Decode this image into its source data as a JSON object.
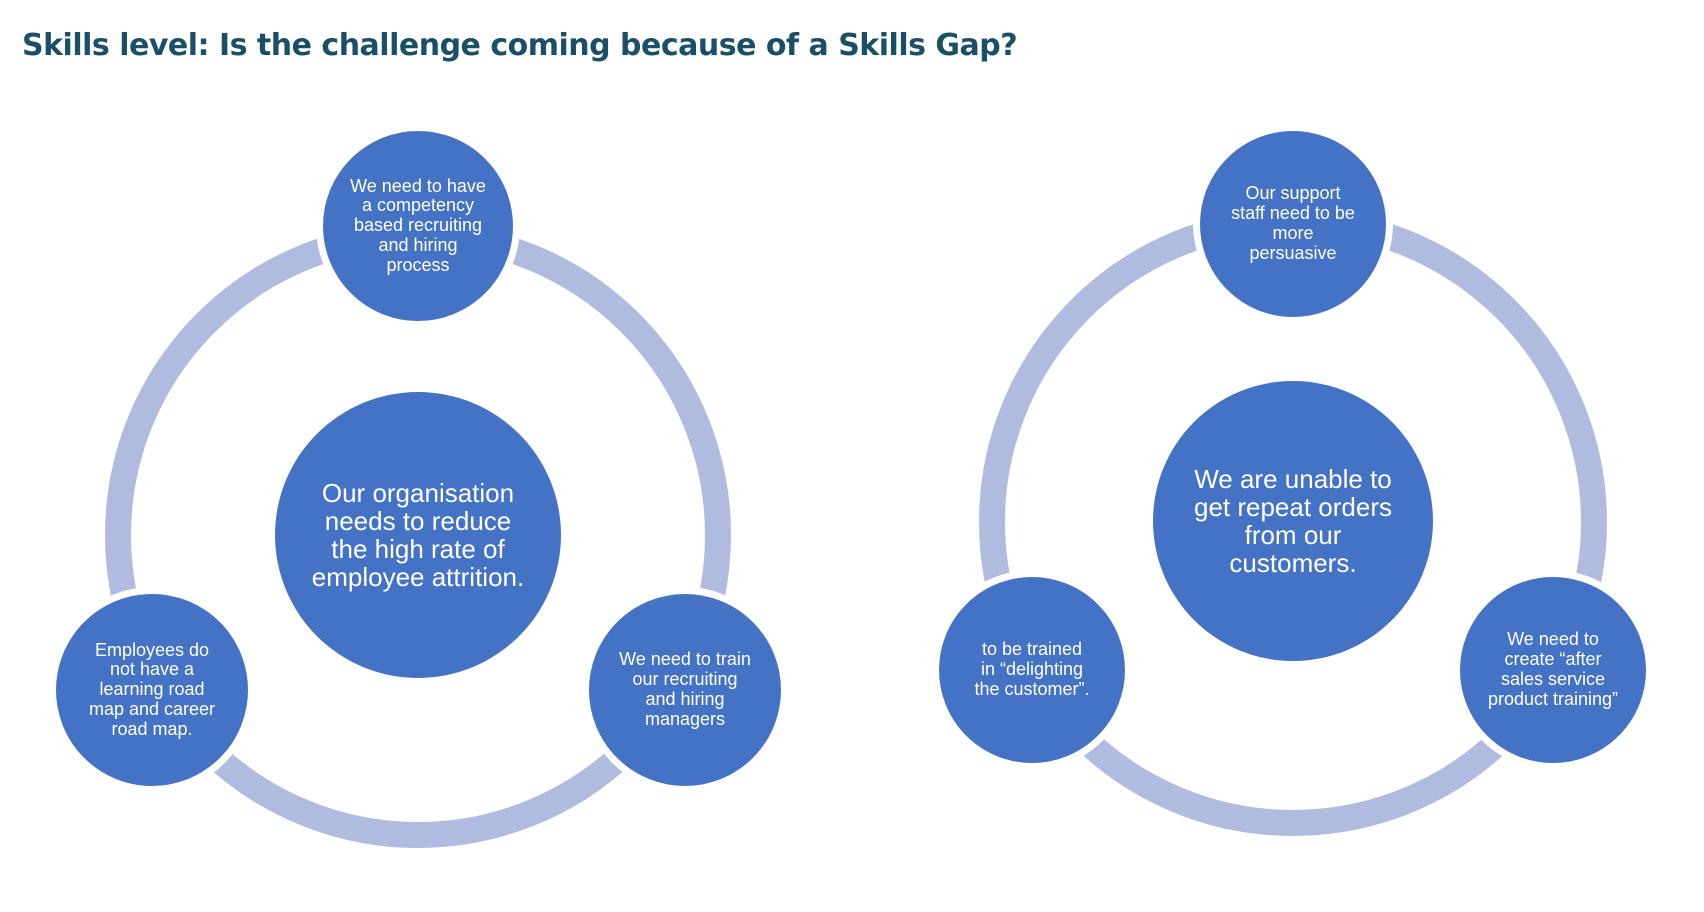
{
  "title": "Skills level: Is the challenge coming because of a Skills Gap?",
  "colors": {
    "title": "#1b4f67",
    "node_fill": "#4472c4",
    "ring": "#b0bcdf",
    "text": "#ffffff"
  },
  "diagrams": [
    {
      "center": "Our organisation needs to reduce the high rate of employee attrition.",
      "top": "We need to have a competency based recruiting and hiring process",
      "bottom_left": "Employees do not have a learning road map and career road map.",
      "bottom_right": "We need to train our recruiting and hiring managers"
    },
    {
      "center": "We are unable to get repeat orders from our customers.",
      "top": "Our support staff need to be more persuasive",
      "bottom_left": "to be trained in “delighting the customer”.",
      "bottom_right": "We need to create “after sales service product training”"
    }
  ]
}
